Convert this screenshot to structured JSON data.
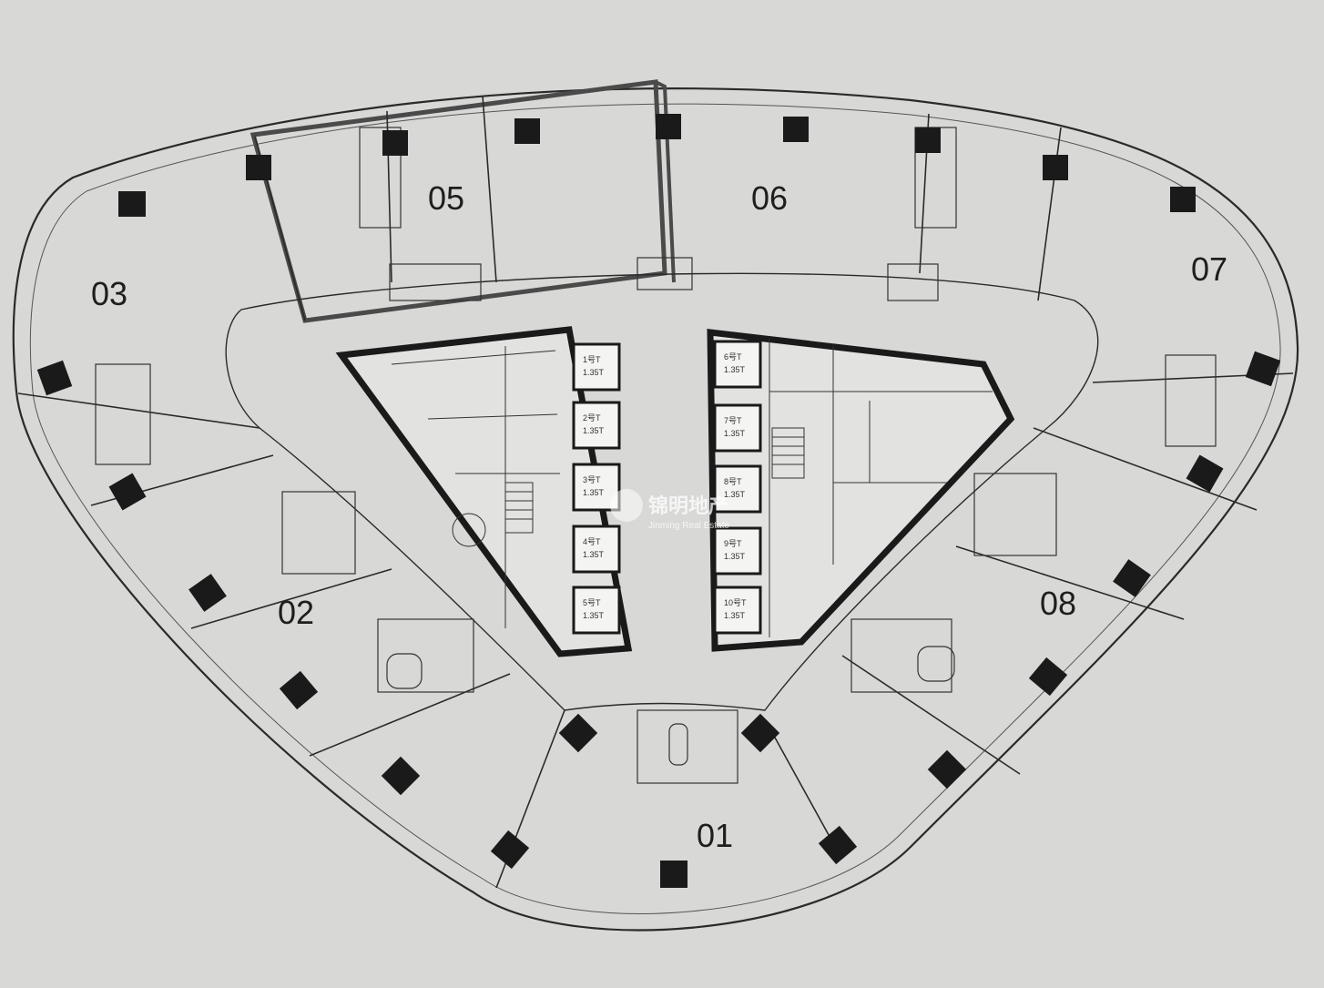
{
  "floorplan": {
    "units": [
      {
        "id": "u01",
        "label": "01"
      },
      {
        "id": "u02",
        "label": "02"
      },
      {
        "id": "u03",
        "label": "03"
      },
      {
        "id": "u05",
        "label": "05"
      },
      {
        "id": "u06",
        "label": "06"
      },
      {
        "id": "u07",
        "label": "07"
      },
      {
        "id": "u08",
        "label": "08"
      }
    ],
    "elevators_left": [
      "1号T",
      "2号T",
      "3号T",
      "4号T",
      "5号T"
    ],
    "elevators_right": [
      "6号T",
      "7号T",
      "8号T",
      "9号T",
      "10号T"
    ],
    "elevator_capacity": "1.35T"
  },
  "watermark": {
    "name_cn": "锦明地产",
    "name_en": "Jinming Real Estate"
  },
  "colors": {
    "paper": "#d8d9d6",
    "ink": "#2a2a2a",
    "column": "#1a1a1a",
    "highlight": "#4a4a4a"
  }
}
